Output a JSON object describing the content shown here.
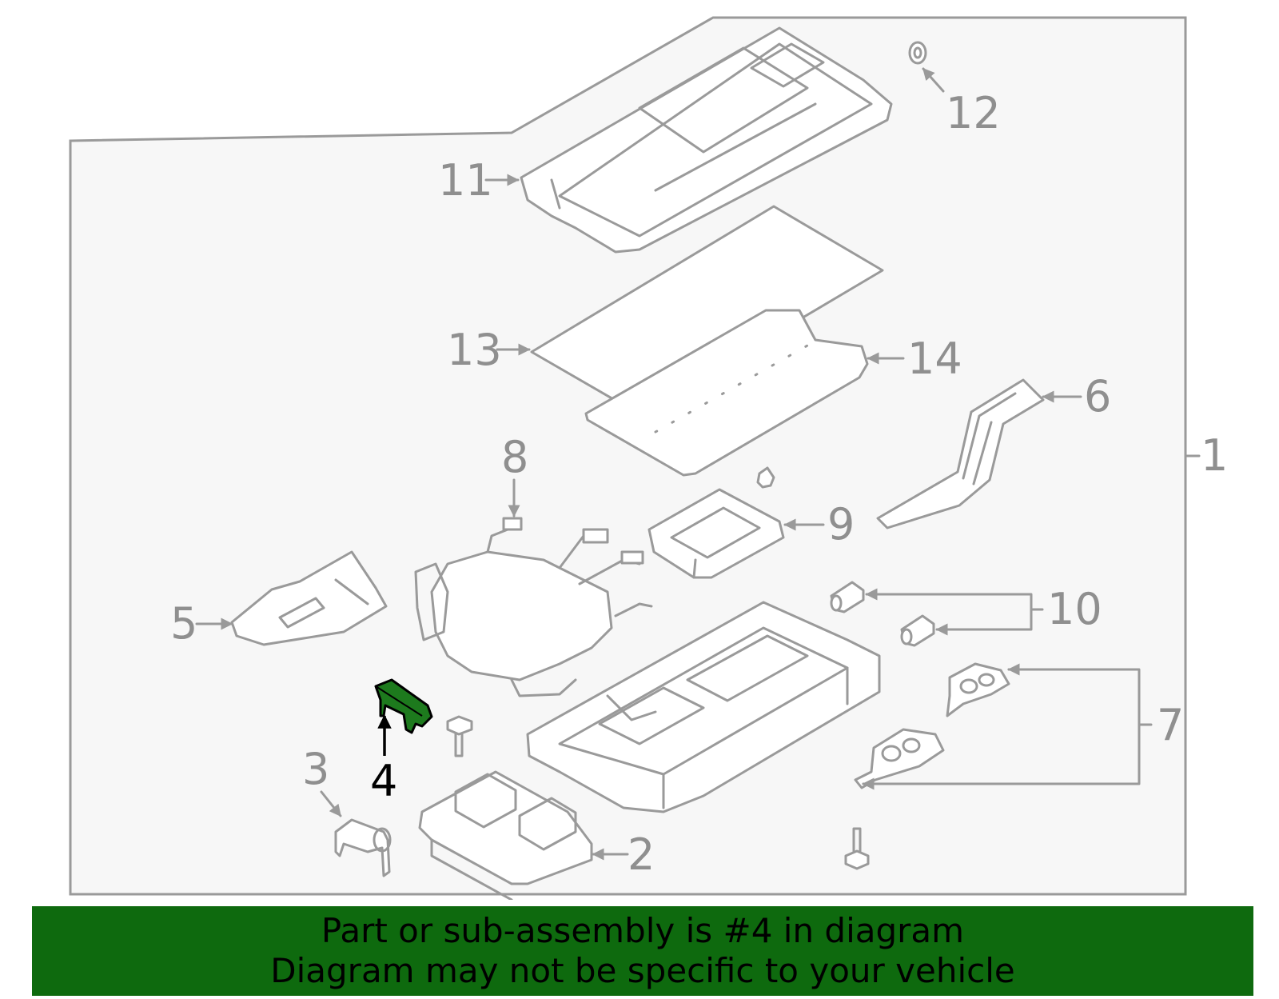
{
  "diagram": {
    "callouts": [
      {
        "number": "1"
      },
      {
        "number": "2"
      },
      {
        "number": "3"
      },
      {
        "number": "4"
      },
      {
        "number": "5"
      },
      {
        "number": "6"
      },
      {
        "number": "7"
      },
      {
        "number": "8"
      },
      {
        "number": "9"
      },
      {
        "number": "10"
      },
      {
        "number": "11"
      },
      {
        "number": "12"
      },
      {
        "number": "13"
      },
      {
        "number": "14"
      }
    ],
    "highlighted_part": "4",
    "colors": {
      "line": "#9a9a9a",
      "background": "#f7f7f7",
      "highlight": "#1d7a1d",
      "banner": "#0e6a0e"
    }
  },
  "banner": {
    "line1": "Part or sub-assembly is #4 in diagram",
    "line2": "Diagram may not be specific to your vehicle"
  }
}
